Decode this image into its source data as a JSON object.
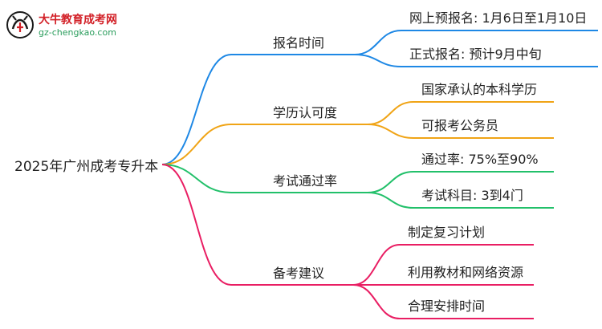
{
  "brand": {
    "name": "大牛教育成考网",
    "url": "gz-chengkao.com",
    "icon": "bull-logo-icon",
    "colors": {
      "name": "#d21f26",
      "url": "#2a9d5c"
    }
  },
  "mindmap": {
    "root": "2025年广州成考专升本",
    "branches": [
      {
        "label": "报名时间",
        "color": "#1e88e5",
        "children": [
          "网上预报名: 1月6日至1月10日",
          "正式报名: 预计9月中旬"
        ]
      },
      {
        "label": "学历认可度",
        "color": "#f0a416",
        "children": [
          "国家承认的本科学历",
          "可报考公务员"
        ]
      },
      {
        "label": "考试通过率",
        "color": "#22c06a",
        "children": [
          "通过率: 75%至90%",
          "考试科目: 3到4门"
        ]
      },
      {
        "label": "备考建议",
        "color": "#e91e63",
        "children": [
          "制定复习计划",
          "利用教材和网络资源",
          "合理安排时间"
        ]
      }
    ]
  }
}
